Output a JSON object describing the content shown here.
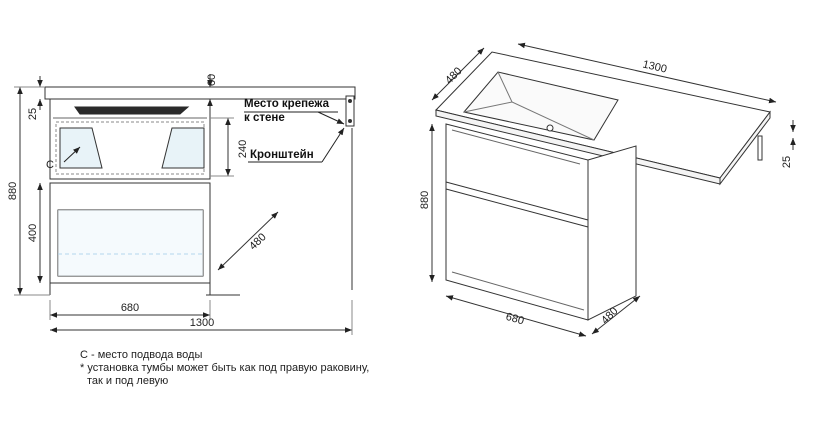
{
  "front_view": {
    "dims": {
      "top_thickness": "60",
      "top_offset": "25",
      "total_height": "880",
      "drawer_height": "240",
      "lower_drawer": "400",
      "cabinet_width": "680",
      "total_width": "1300",
      "depth": "480"
    },
    "labels": {
      "mount_point_line1": "Место крепежа",
      "mount_point_line2": "к стене",
      "bracket": "Кронштейн",
      "water_marker": "С"
    }
  },
  "iso_view": {
    "dims": {
      "depth_top": "480",
      "length_top": "1300",
      "height": "880",
      "top_thickness": "25",
      "cabinet_width": "680",
      "cabinet_depth": "480"
    }
  },
  "notes": {
    "line1": "С - место подвода воды",
    "line2": "* установка тумбы может быть как под правую раковину,",
    "line3": "так и под левую"
  }
}
